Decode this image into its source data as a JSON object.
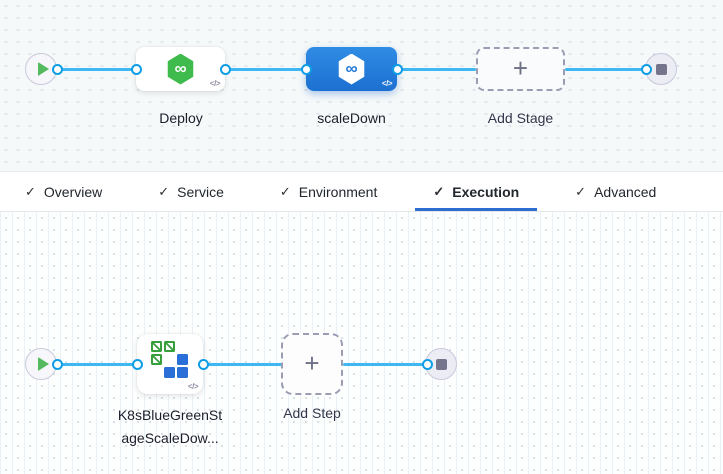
{
  "icons": {
    "check": "✓",
    "plus": "+",
    "infinity": "∞",
    "code": "</>"
  },
  "stage_graph": {
    "stages": [
      {
        "label": "Deploy",
        "selected": false,
        "icon": "harness-deploy-hexagon-green"
      },
      {
        "label": "scaleDown",
        "selected": true,
        "icon": "harness-deploy-hexagon-white"
      }
    ],
    "add_stage_label": "Add Stage"
  },
  "tab_bar": {
    "tabs": [
      {
        "label": "Overview",
        "checked": true,
        "active": false
      },
      {
        "label": "Service",
        "checked": true,
        "active": false
      },
      {
        "label": "Environment",
        "checked": true,
        "active": false
      },
      {
        "label": "Execution",
        "checked": true,
        "active": true
      },
      {
        "label": "Advanced",
        "checked": true,
        "active": false
      }
    ]
  },
  "step_graph": {
    "step": {
      "label_lines": [
        "K8sBlueGreenSt",
        "ageScaleDow..."
      ],
      "icon": "k8s-blue-green-scale-down"
    },
    "add_step_label": "Add Step"
  },
  "colors": {
    "edge_blue": "#3eb7f2",
    "port_blue": "#0d9de6",
    "selected_stage_blue": "#2583dd",
    "tab_underline_blue": "#2d6dd2",
    "harness_green": "#3fbb4d",
    "k8s_green": "#37a03c",
    "k8s_blue": "#2a6fd7"
  }
}
